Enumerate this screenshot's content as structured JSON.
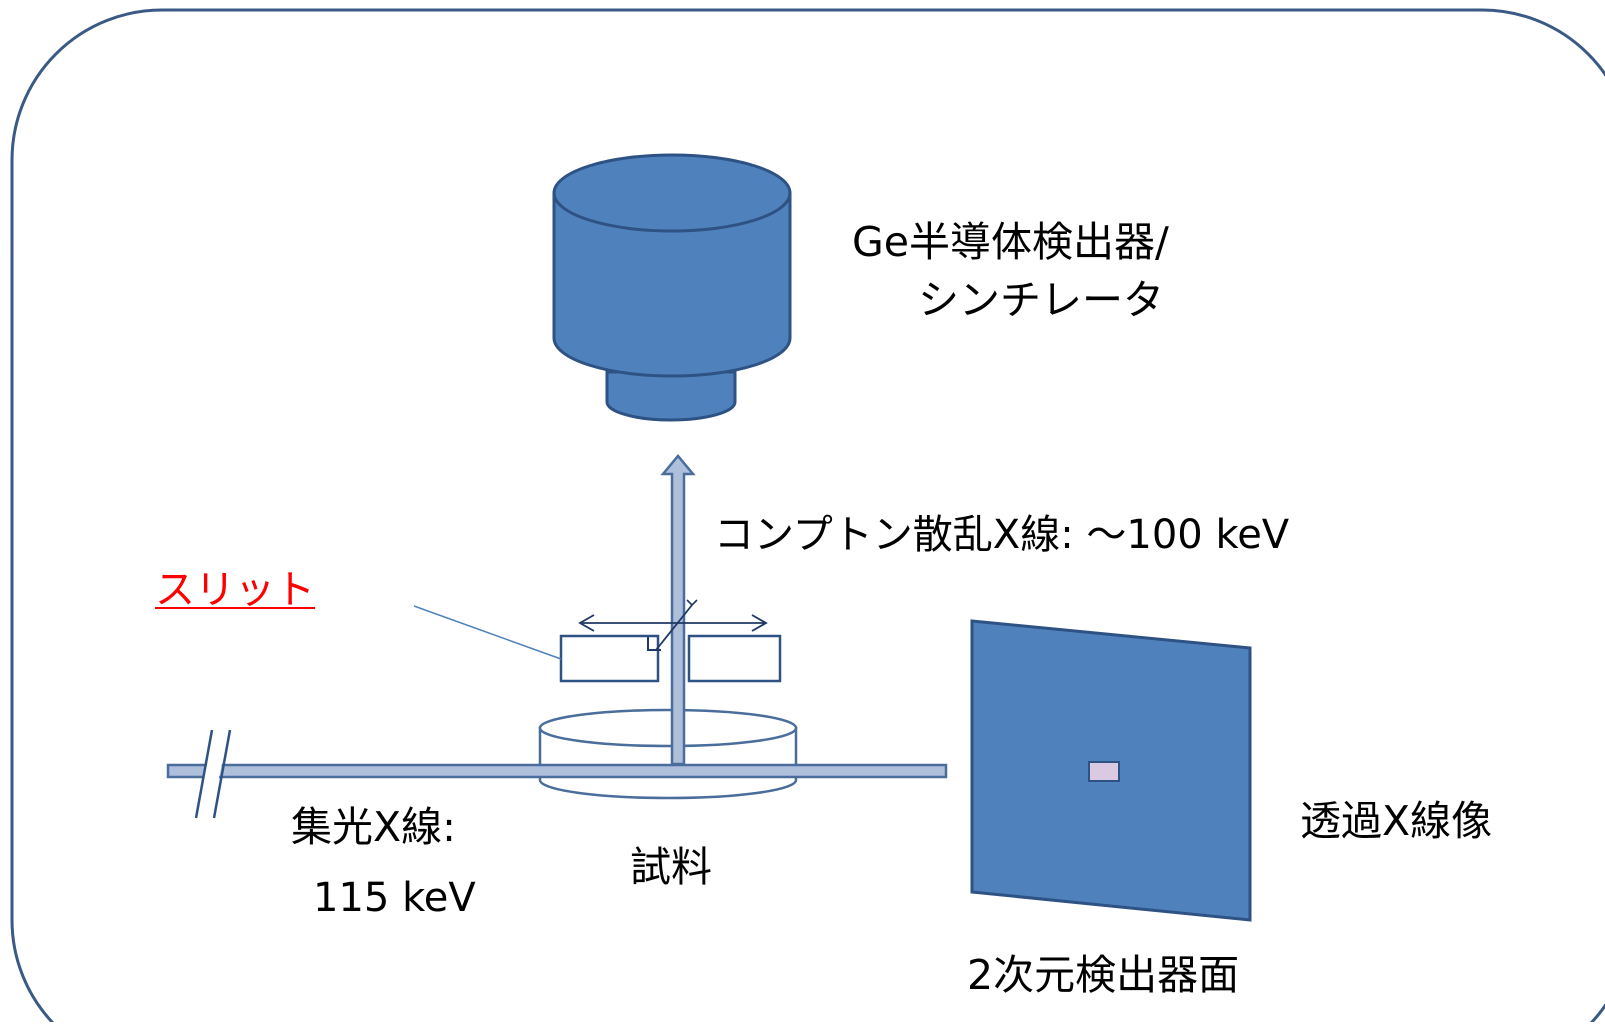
{
  "labels": {
    "detector_line1": "Ge半導体検出器/",
    "detector_line2": "シンチレータ",
    "compton": "コンプトン散乱X線: ～100 keV",
    "slit": "スリット",
    "beam_line1": "集光X線:",
    "beam_line2": "115 keV",
    "sample": "試料",
    "transmission": "透過X線像",
    "area_detector": "2次元検出器面"
  },
  "colors": {
    "frame_stroke": "#3a5a85",
    "device_fill": "#4f81bd",
    "device_stroke": "#2e5283",
    "beam_fill": "#aebfdc",
    "beam_stroke": "#4a6d9c",
    "slit_label": "#ff0000",
    "pointer_line": "#4f81bd",
    "sample_fill": "#ffffff",
    "spot_fill": "#d9c9e3"
  }
}
